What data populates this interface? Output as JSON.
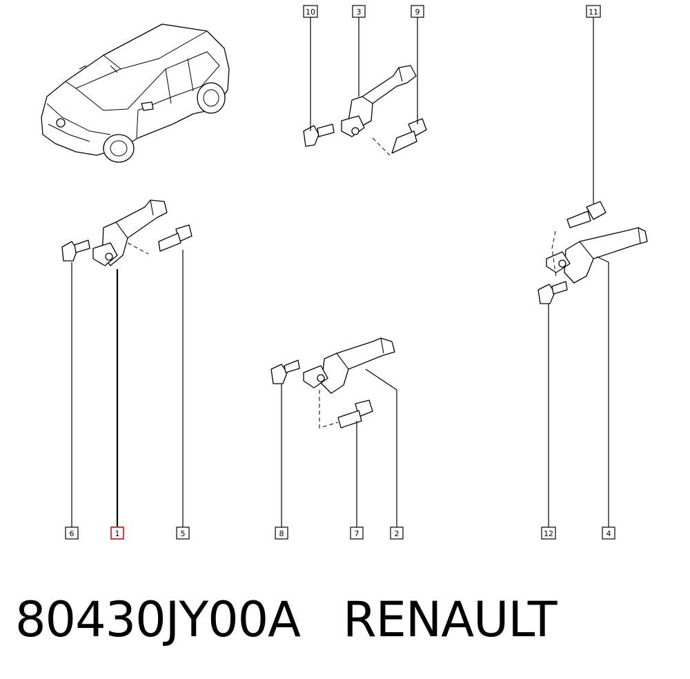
{
  "callouts": {
    "c1": "1",
    "c2": "2",
    "c3": "3",
    "c4": "4",
    "c5": "5",
    "c6": "6",
    "c7": "7",
    "c8": "8",
    "c9": "9",
    "c10": "10",
    "c11": "11",
    "c12": "12"
  },
  "selected_callout": "1",
  "colors": {
    "selected": "#e02020",
    "line": "#000000",
    "background": "#ffffff"
  },
  "caption": {
    "part_number": "80430JY00A",
    "brand": "RENAULT"
  }
}
